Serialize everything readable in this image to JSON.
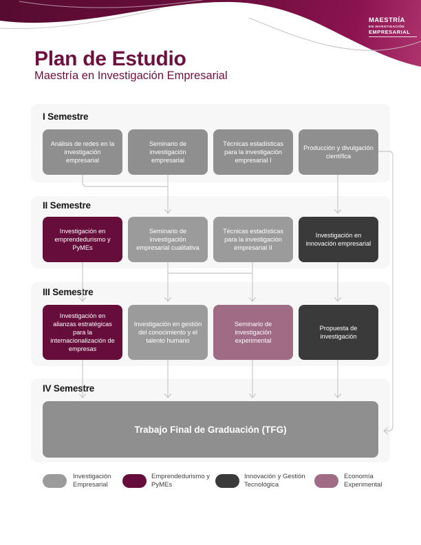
{
  "brand": {
    "logo_line1": "MAESTRÍA",
    "logo_line2": "EN INVESTIGACIÓN",
    "logo_line3": "EMPRESARIAL"
  },
  "header": {
    "title": "Plan de Estudio",
    "subtitle": "Maestría en Investigación Empresarial"
  },
  "colors": {
    "wave_dark": "#570b31",
    "wave_mid": "#6b0e3c",
    "wave_bright": "#b43a73",
    "title_text": "#6d0f3f",
    "panel_bg": "#f7f7f7",
    "gray": "#8f8f8f",
    "gray_light": "#9b9b9b",
    "maroon": "#660d3b",
    "dark_gray": "#3a3a3a",
    "mauve": "#a06b85",
    "connector": "#c7c7c7"
  },
  "semesters": [
    {
      "label": "I Semestre",
      "courses": [
        {
          "name": "Análisis de redes en la investigación empresarial",
          "color": "#8f8f8f"
        },
        {
          "name": "Seminario de investigación empresarial",
          "color": "#8f8f8f"
        },
        {
          "name": "Técnicas estadísticas para la investigación empresarial I",
          "color": "#8f8f8f"
        },
        {
          "name": "Producción y divulgación científica",
          "color": "#8f8f8f"
        }
      ]
    },
    {
      "label": "II Semestre",
      "courses": [
        {
          "name": "Investigación en emprendedurismo y PyMEs",
          "color": "#660d3b"
        },
        {
          "name": "Seminario de investigación empresarial cualitativa",
          "color": "#9b9b9b"
        },
        {
          "name": "Técnicas estadísticas para la investigación empresarial II",
          "color": "#9b9b9b"
        },
        {
          "name": "Investigación en innovación empresarial",
          "color": "#3a3a3a"
        }
      ]
    },
    {
      "label": "III Semestre",
      "courses": [
        {
          "name": "Investigación en alianzas estratégicas para la internacionalización de empresas",
          "color": "#660d3b"
        },
        {
          "name": "Investigación en gestión del conocimiento y el talento humano",
          "color": "#9b9b9b"
        },
        {
          "name": "Seminario de investigación experimental",
          "color": "#a06b85"
        },
        {
          "name": "Propuesta de investigación",
          "color": "#3a3a3a"
        }
      ]
    },
    {
      "label": "IV Semestre",
      "courses": [
        {
          "name": "Trabajo Final de Graduación (TFG)",
          "color": "#8f8f8f"
        }
      ]
    }
  ],
  "legend": [
    {
      "label": "Investigación Empresarial",
      "color": "#9b9b9b"
    },
    {
      "label": "Emprendedurismo y PyMEs",
      "color": "#660d3b"
    },
    {
      "label": "Innovación y Gestión Tecnológica",
      "color": "#3a3a3a"
    },
    {
      "label": "Economía Experimental",
      "color": "#a06b85"
    }
  ]
}
